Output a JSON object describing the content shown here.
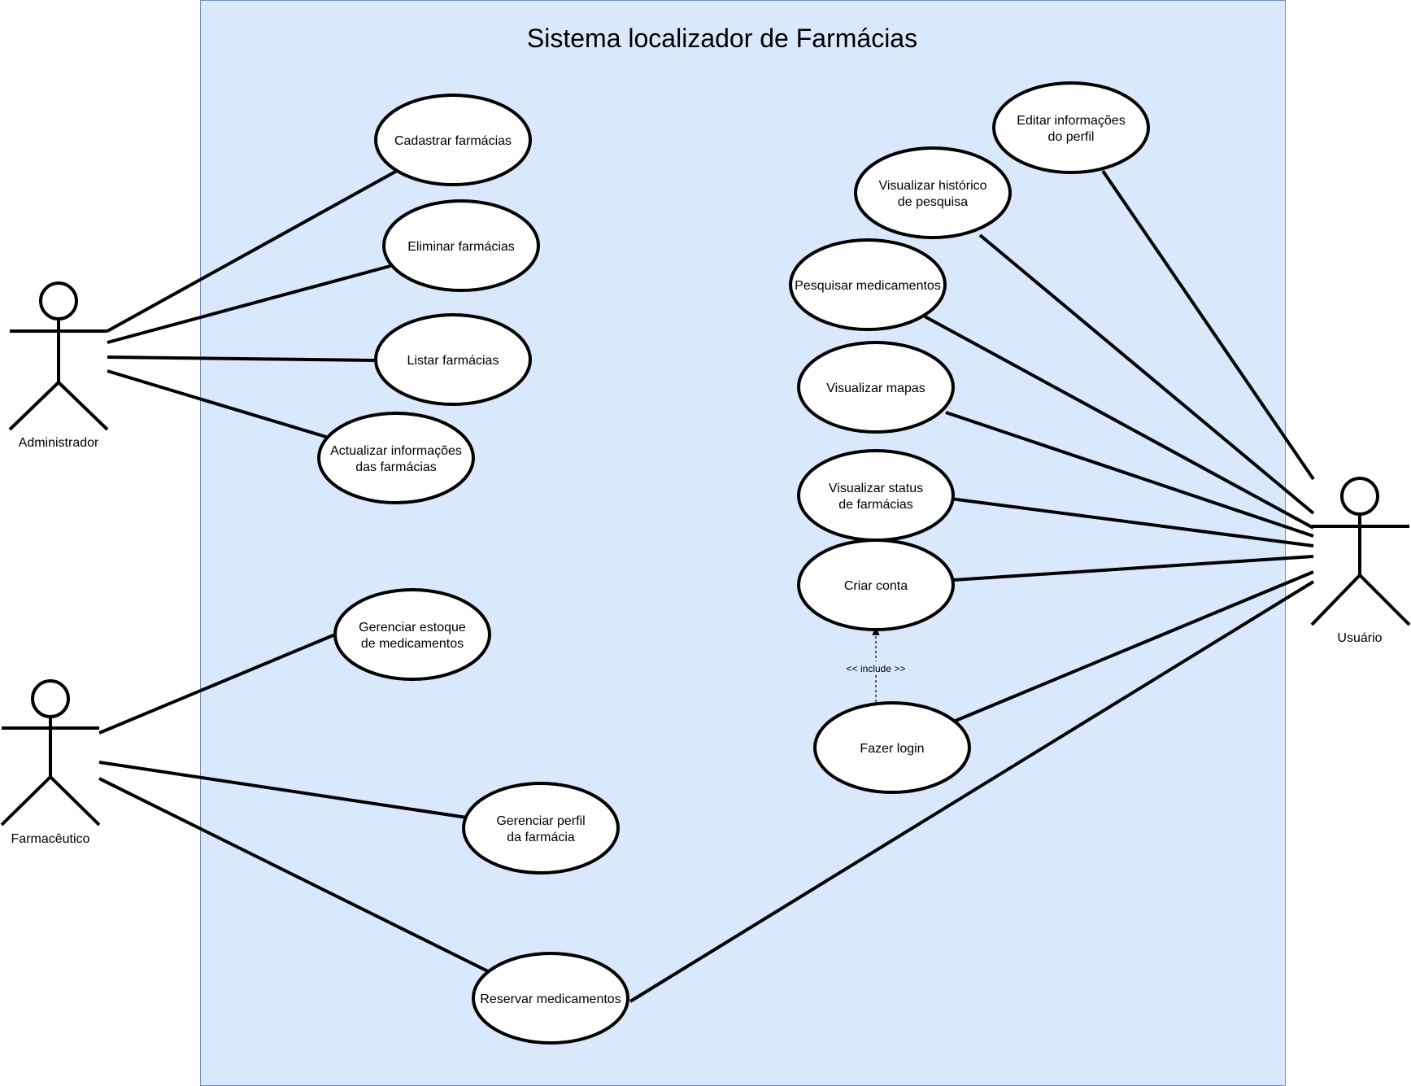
{
  "diagram": {
    "type": "uml-use-case",
    "system_title": "Sistema localizador de Farmácias",
    "colors": {
      "system_fill": "#dae8fc",
      "system_stroke": "#6c8ebf",
      "line": "#000000"
    },
    "actors": [
      {
        "id": "admin",
        "label": "Administrador"
      },
      {
        "id": "pharm",
        "label": "Farmacêutico"
      },
      {
        "id": "user",
        "label": "Usuário"
      }
    ],
    "use_cases": [
      {
        "id": "cadastrar",
        "lines": [
          "Cadastrar farmácias"
        ]
      },
      {
        "id": "eliminar",
        "lines": [
          "Eliminar farmácias"
        ]
      },
      {
        "id": "listar",
        "lines": [
          "Listar farmácias"
        ]
      },
      {
        "id": "actualizar",
        "lines": [
          "Actualizar informações",
          "das farmácias"
        ]
      },
      {
        "id": "estoque",
        "lines": [
          "Gerenciar estoque",
          "de medicamentos"
        ]
      },
      {
        "id": "perfil-farmacia",
        "lines": [
          "Gerenciar perfil",
          "da farmácia"
        ]
      },
      {
        "id": "reservar",
        "lines": [
          "Reservar medicamentos"
        ]
      },
      {
        "id": "editar-perfil",
        "lines": [
          "Editar informações",
          "do perfil"
        ]
      },
      {
        "id": "historico",
        "lines": [
          "Visualizar histórico",
          "de pesquisa"
        ]
      },
      {
        "id": "pesquisar",
        "lines": [
          "Pesquisar medicamentos"
        ]
      },
      {
        "id": "mapas",
        "lines": [
          "Visualizar mapas"
        ]
      },
      {
        "id": "status",
        "lines": [
          "Visualizar status",
          "de farmácias"
        ]
      },
      {
        "id": "criar-conta",
        "lines": [
          "Criar conta"
        ]
      },
      {
        "id": "login",
        "lines": [
          "Fazer login"
        ]
      }
    ],
    "associations": [
      [
        "admin",
        "cadastrar"
      ],
      [
        "admin",
        "eliminar"
      ],
      [
        "admin",
        "listar"
      ],
      [
        "admin",
        "actualizar"
      ],
      [
        "pharm",
        "estoque"
      ],
      [
        "pharm",
        "perfil-farmacia"
      ],
      [
        "pharm",
        "reservar"
      ],
      [
        "user",
        "editar-perfil"
      ],
      [
        "user",
        "historico"
      ],
      [
        "user",
        "pesquisar"
      ],
      [
        "user",
        "mapas"
      ],
      [
        "user",
        "status"
      ],
      [
        "user",
        "criar-conta"
      ],
      [
        "user",
        "login"
      ],
      [
        "user",
        "reservar"
      ]
    ],
    "include": {
      "from": "login",
      "to": "criar-conta",
      "label": "<< include >>"
    }
  }
}
